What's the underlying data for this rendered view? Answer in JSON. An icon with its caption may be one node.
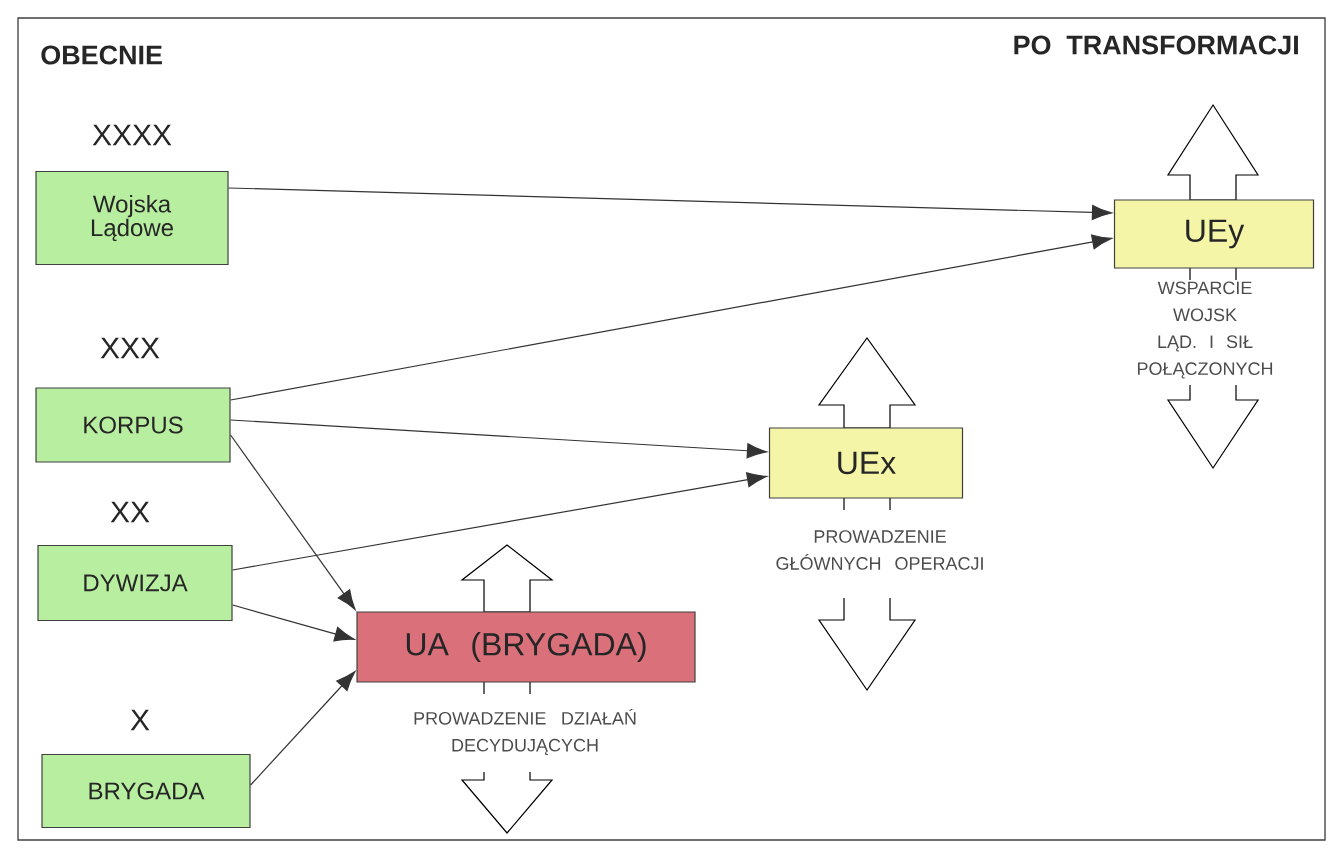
{
  "diagram": {
    "nodes": [
      {
        "text": [
          "Wojska Lądowe"
        ],
        "beside": [
          "XXXX"
        ]
      },
      {
        "text": [
          "KORPUS"
        ],
        "beside": [
          "XXX"
        ]
      },
      {
        "text": [
          "DYWIZJA"
        ],
        "beside": [
          "XX"
        ]
      },
      {
        "text": [
          "BRYGADA"
        ],
        "beside": [
          "X"
        ]
      },
      {
        "text": [
          "UA (BRYGADA)"
        ],
        "beside": [
          "PROWADZENIE DZIAŁAŃ DECYDUJĄCYCH"
        ]
      },
      {
        "text": [
          "UEx"
        ],
        "beside": [
          "PROWADZENIE GŁÓWNYCH OPERACJI"
        ]
      },
      {
        "text": [
          "UEy"
        ],
        "beside": [
          "WSPARCIE WOJSK LĄD. I SIŁ POŁĄCZONYCH"
        ]
      }
    ],
    "edges": [
      {
        "from": 0,
        "to": 6,
        "arrow": "to"
      },
      {
        "from": 1,
        "to": 6,
        "arrow": "to"
      },
      {
        "from": 1,
        "to": 5,
        "arrow": "to"
      },
      {
        "from": 1,
        "to": 4,
        "arrow": "to"
      },
      {
        "from": 2,
        "to": 5,
        "arrow": "to"
      },
      {
        "from": 2,
        "to": 4,
        "arrow": "to"
      },
      {
        "from": 3,
        "to": 4,
        "arrow": "to"
      }
    ],
    "labels": [
      "OBECNIE",
      "PO TRANSFORMACJI"
    ]
  }
}
